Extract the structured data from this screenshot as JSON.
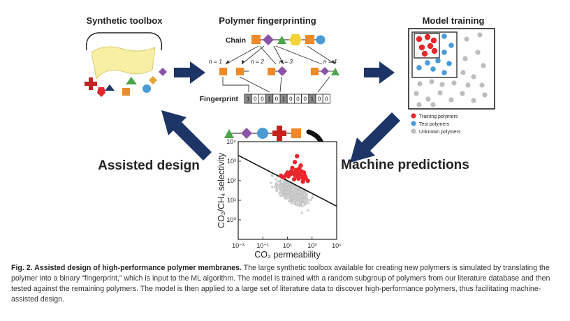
{
  "panels": {
    "toolbox_title": "Synthetic toolbox",
    "fingerprint_title": "Polymer fingerprinting",
    "training_title": "Model training"
  },
  "fingerprint": {
    "chain_label": "Chain",
    "fingerprint_label": "Fingerprint",
    "n_labels": [
      "n = 1",
      "n = 2",
      "n = 3",
      "n = 4"
    ],
    "bits": [
      "1",
      "0",
      "0",
      "1",
      "0",
      "1",
      "0",
      "0",
      "0",
      "1",
      "0",
      "0"
    ],
    "highlighted_bits": [
      0,
      3,
      5,
      9
    ]
  },
  "flow_labels": {
    "assisted_design": "Assisted design",
    "machine_predictions": "Machine predictions"
  },
  "legend": [
    {
      "label": "Training polymers",
      "color": "#e8262b"
    },
    {
      "label": "Test polymers",
      "color": "#4a9ad6"
    },
    {
      "label": "Unknown polymers",
      "color": "#bdbdbd"
    }
  ],
  "colors": {
    "arrow": "#1c3566",
    "square": "#ef8a2a",
    "diamond": "#8a53a8",
    "triangle": "#4aa64a",
    "hexagon": "#f2d33a",
    "circle": "#4a9ad6",
    "cross": "#c3231f",
    "toolbox_sheet": "#f7efa3"
  },
  "chart_data": {
    "type": "scatter",
    "xlabel": "CO₂ permeability",
    "ylabel": "CO₂/CH₄ selectivity",
    "x_scale": "log",
    "y_scale": "log",
    "xlim": [
      0.001,
      100000
    ],
    "ylim": [
      0.1,
      10000
    ],
    "x_ticks": [
      "10⁻³",
      "10⁻¹",
      "10¹",
      "10³",
      "10⁵"
    ],
    "y_ticks": [
      "10⁰",
      "10¹",
      "10²",
      "10³",
      "10⁴"
    ],
    "upper_bound_line": {
      "x": [
        0.001,
        100000
      ],
      "y": [
        2000,
        5
      ]
    },
    "series": [
      {
        "role": "candidates",
        "color": "#e8262b",
        "points": [
          [
            3,
            180
          ],
          [
            5,
            150
          ],
          [
            8,
            200
          ],
          [
            12,
            170
          ],
          [
            20,
            300
          ],
          [
            25,
            450
          ],
          [
            30,
            250
          ],
          [
            40,
            200
          ],
          [
            50,
            350
          ],
          [
            60,
            180
          ],
          [
            80,
            130
          ],
          [
            100,
            220
          ],
          [
            150,
            160
          ],
          [
            200,
            120
          ],
          [
            250,
            180
          ],
          [
            300,
            140
          ],
          [
            120,
            600
          ],
          [
            40,
            900
          ],
          [
            60,
            1800
          ],
          [
            18,
            220
          ],
          [
            90,
            420
          ],
          [
            180,
            90
          ],
          [
            35,
            120
          ],
          [
            70,
            260
          ],
          [
            140,
            300
          ],
          [
            10,
            260
          ],
          [
            450,
            100
          ],
          [
            220,
            260
          ]
        ]
      },
      {
        "role": "literature",
        "color": "#a9a9a9"
      }
    ]
  },
  "caption": {
    "bold": "Fig. 2. Assisted design of high-performance polymer membranes.",
    "text": " The large synthetic toolbox available for creating new polymers is simulated by translating the polymer into a binary “fingerprint,” which is input to the ML algorithm. The model is trained with a random subgroup of polymers from our literature database and then tested against the remaining polymers. The model is then applied to a large set of literature data to discover high-performance polymers, thus facilitating machine-assisted design."
  }
}
